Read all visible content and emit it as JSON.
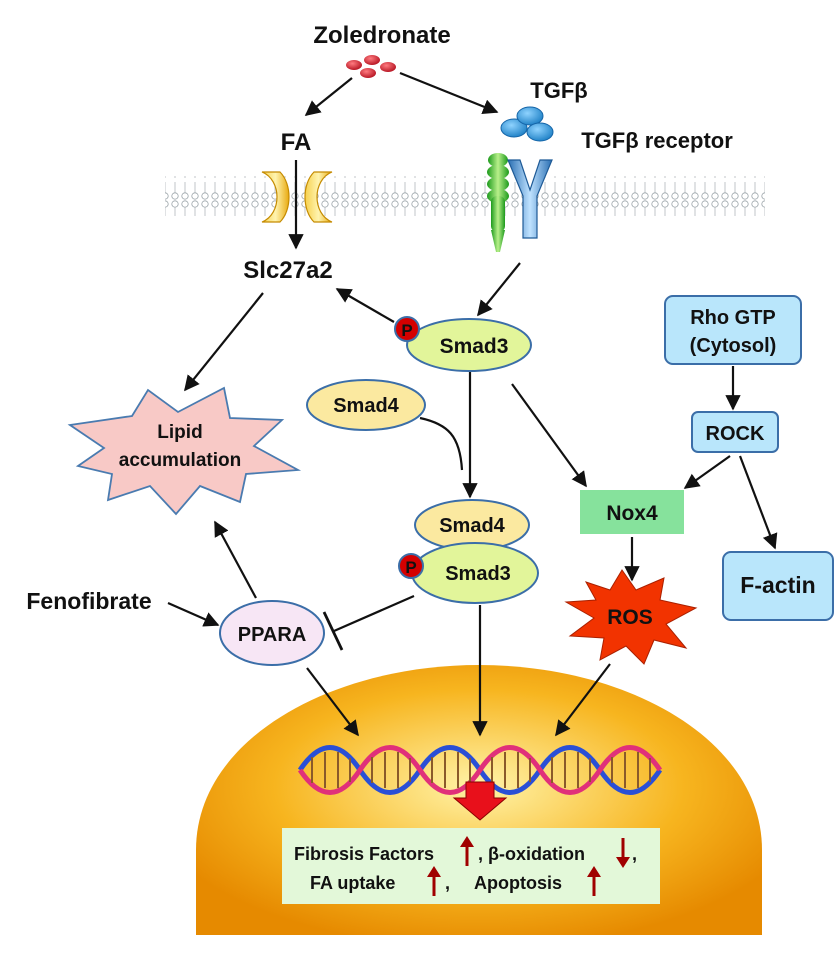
{
  "labels": {
    "zoledronate": "Zoledronate",
    "tgfb": "TGFβ",
    "fa": "FA",
    "tgfb_receptor": "TGFβ receptor",
    "slc27a2": "Slc27a2",
    "p": "P",
    "smad3": "Smad3",
    "smad4": "Smad4",
    "lipid_line1": "Lipid",
    "lipid_line2": "accumulation",
    "rho_line1": "Rho GTP",
    "rho_line2": "(Cytosol)",
    "rock": "ROCK",
    "nox4": "Nox4",
    "factin": "F-actin",
    "ros": "ROS",
    "fenofibrate": "Fenofibrate",
    "ppara": "PPARA",
    "outcome_fibrosis": "Fibrosis Factors",
    "outcome_boxidation": "β-oxidation",
    "outcome_fauptake": "FA uptake",
    "outcome_apoptosis": "Apoptosis",
    "comma": ","
  },
  "colors": {
    "smad3_fill": "#e2f59a",
    "smad4_fill": "#fbe9a0",
    "phospho_fill": "#d40000",
    "rho_fill": "#b9e6fb",
    "nox4_fill": "#86e29c",
    "ros_fill": "#f23300",
    "ppara_fill": "#f7e6f5",
    "lipid_fill": "#f8c9c6",
    "nucleus_fill": "#f7b51f",
    "outcome_fill": "#e3f8d9",
    "up_down_arrow": "#a00000",
    "tgfb_ligand": "#2b9be0",
    "zoledronate_dots": "#d62130"
  }
}
